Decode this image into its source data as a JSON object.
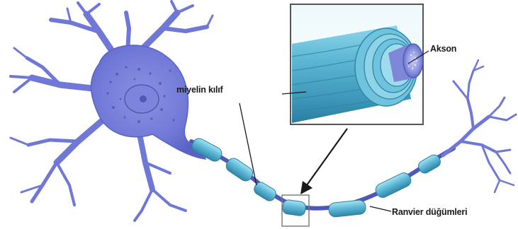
{
  "labels": {
    "myelin_sheath": "miyelin kılıf",
    "axon": "Akson",
    "nodes_of_ranvier": "Ranvier düğümleri"
  },
  "colors": {
    "cell_body": "#6f78d6",
    "cell_body_dark": "#4f58b8",
    "myelin": "#5fb9d6",
    "myelin_dark": "#2f86a8",
    "myelin_light": "#9ee0ef",
    "label_text": "#1a1a1a",
    "inset_border": "#555555"
  },
  "icons": {
    "pointer": "arrow-icon"
  }
}
